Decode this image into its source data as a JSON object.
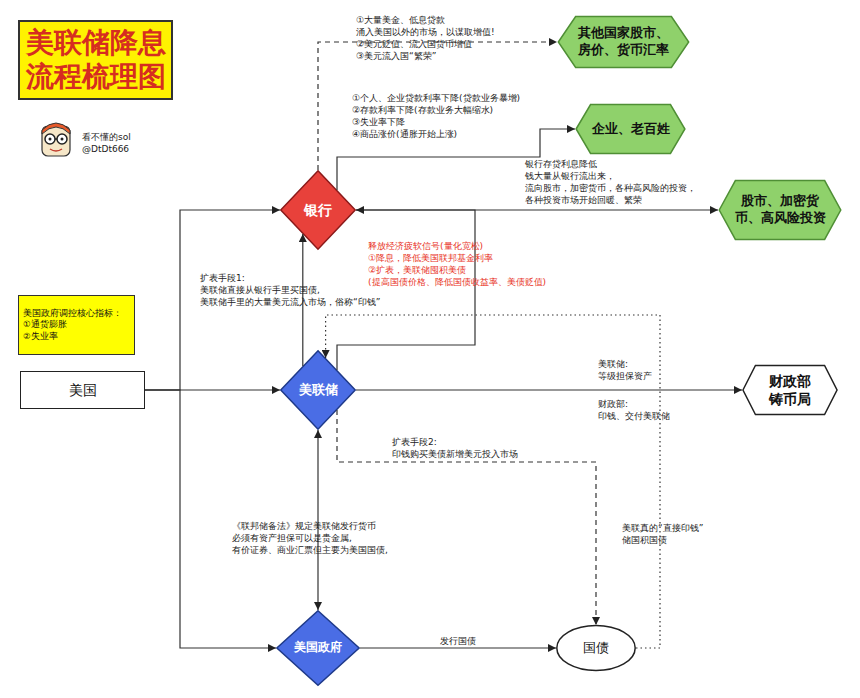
{
  "diagram": {
    "title": "美联储降息 流程梳理图",
    "nodes": [
      {
        "text": [
          "其他国家股市、 房价、货币汇率"
        ]
      },
      {
        "text": [
          "企业、老百姓"
        ]
      },
      {
        "text": [
          "银行"
        ]
      },
      {
        "text": [
          "股市、加密货 币、高风险投资"
        ]
      },
      {
        "text": [
          "美国政府调控核心指标：",
          "①通货膨胀",
          "②失业率"
        ]
      },
      {
        "text": [
          "美国"
        ]
      },
      {
        "text": [
          "美联储"
        ]
      },
      {
        "text": [
          "财政部 铸币局"
        ]
      },
      {
        "text": [
          "美国政府"
        ]
      },
      {
        "text": [
          "国债"
        ]
      }
    ],
    "edges": [
      {
        "from": 5,
        "to": 2,
        "arrow": "to"
      },
      {
        "from": 5,
        "to": 6,
        "arrow": "to"
      },
      {
        "from": 5,
        "to": 8,
        "arrow": "to"
      },
      {
        "from": 2,
        "to": 0,
        "arrow": "to",
        "label": "①大量美金、低息贷款 涌入美国以外的市场，以谋取增值! ②美元贬值、流入国货币增值 ③美元流入国“繁荣”"
      },
      {
        "from": 2,
        "to": 1,
        "arrow": "to",
        "label": "①个人、企业贷款利率下降(贷款业务暴增) ②存款利率下降(存款业务大幅缩水) ③失业率下降 ④商品涨价(通胀开始上涨)"
      },
      {
        "from": 2,
        "to": 3,
        "arrow": "to",
        "label": "银行存贷利息降低 钱大量从银行流出来， 流向股市，加密货币，各种高风险的投资， 各种投资市场开始回暖、繁荣"
      },
      {
        "from": 6,
        "to": 2,
        "arrow": "to",
        "label": "释放经济疲软信号(量化宽松) ①降息，降低美国联邦基金利率 ②扩表，美联储囤积美债 (提高国债价格、降低国债收益率、美债贬值)"
      },
      {
        "from": 6,
        "to": 2,
        "arrow": "to",
        "label": "扩表手段1: 美联储直接从银行手里买国债, 美联储手里的大量美元流入市场，俗称“印钱”"
      },
      {
        "from": 6,
        "to": 7,
        "arrow": "to",
        "label": "美联储: 等级担保资产"
      },
      {
        "from": 6,
        "to": 8,
        "arrow": "both",
        "label": "《联邦储备法》规定美联储发行货币 必须有资产担保可以是贵金属, 有价证券、商业汇票但主要为美国国债,"
      },
      {
        "from": 6,
        "to": 9,
        "arrow": "to",
        "label": "扩表手段2: 印钱购买美债新增美元投入市场"
      },
      {
        "from": 8,
        "to": 9,
        "arrow": "to",
        "label": "发行国债"
      },
      {
        "from": 9,
        "to": 6,
        "arrow": "to",
        "label": "美联真的“直接印钱” 储国积国债"
      }
    ],
    "labels": [
      "看不懂的sol",
      "@DtDt666",
      "财政部: 印钱、交付美联储"
    ]
  }
}
